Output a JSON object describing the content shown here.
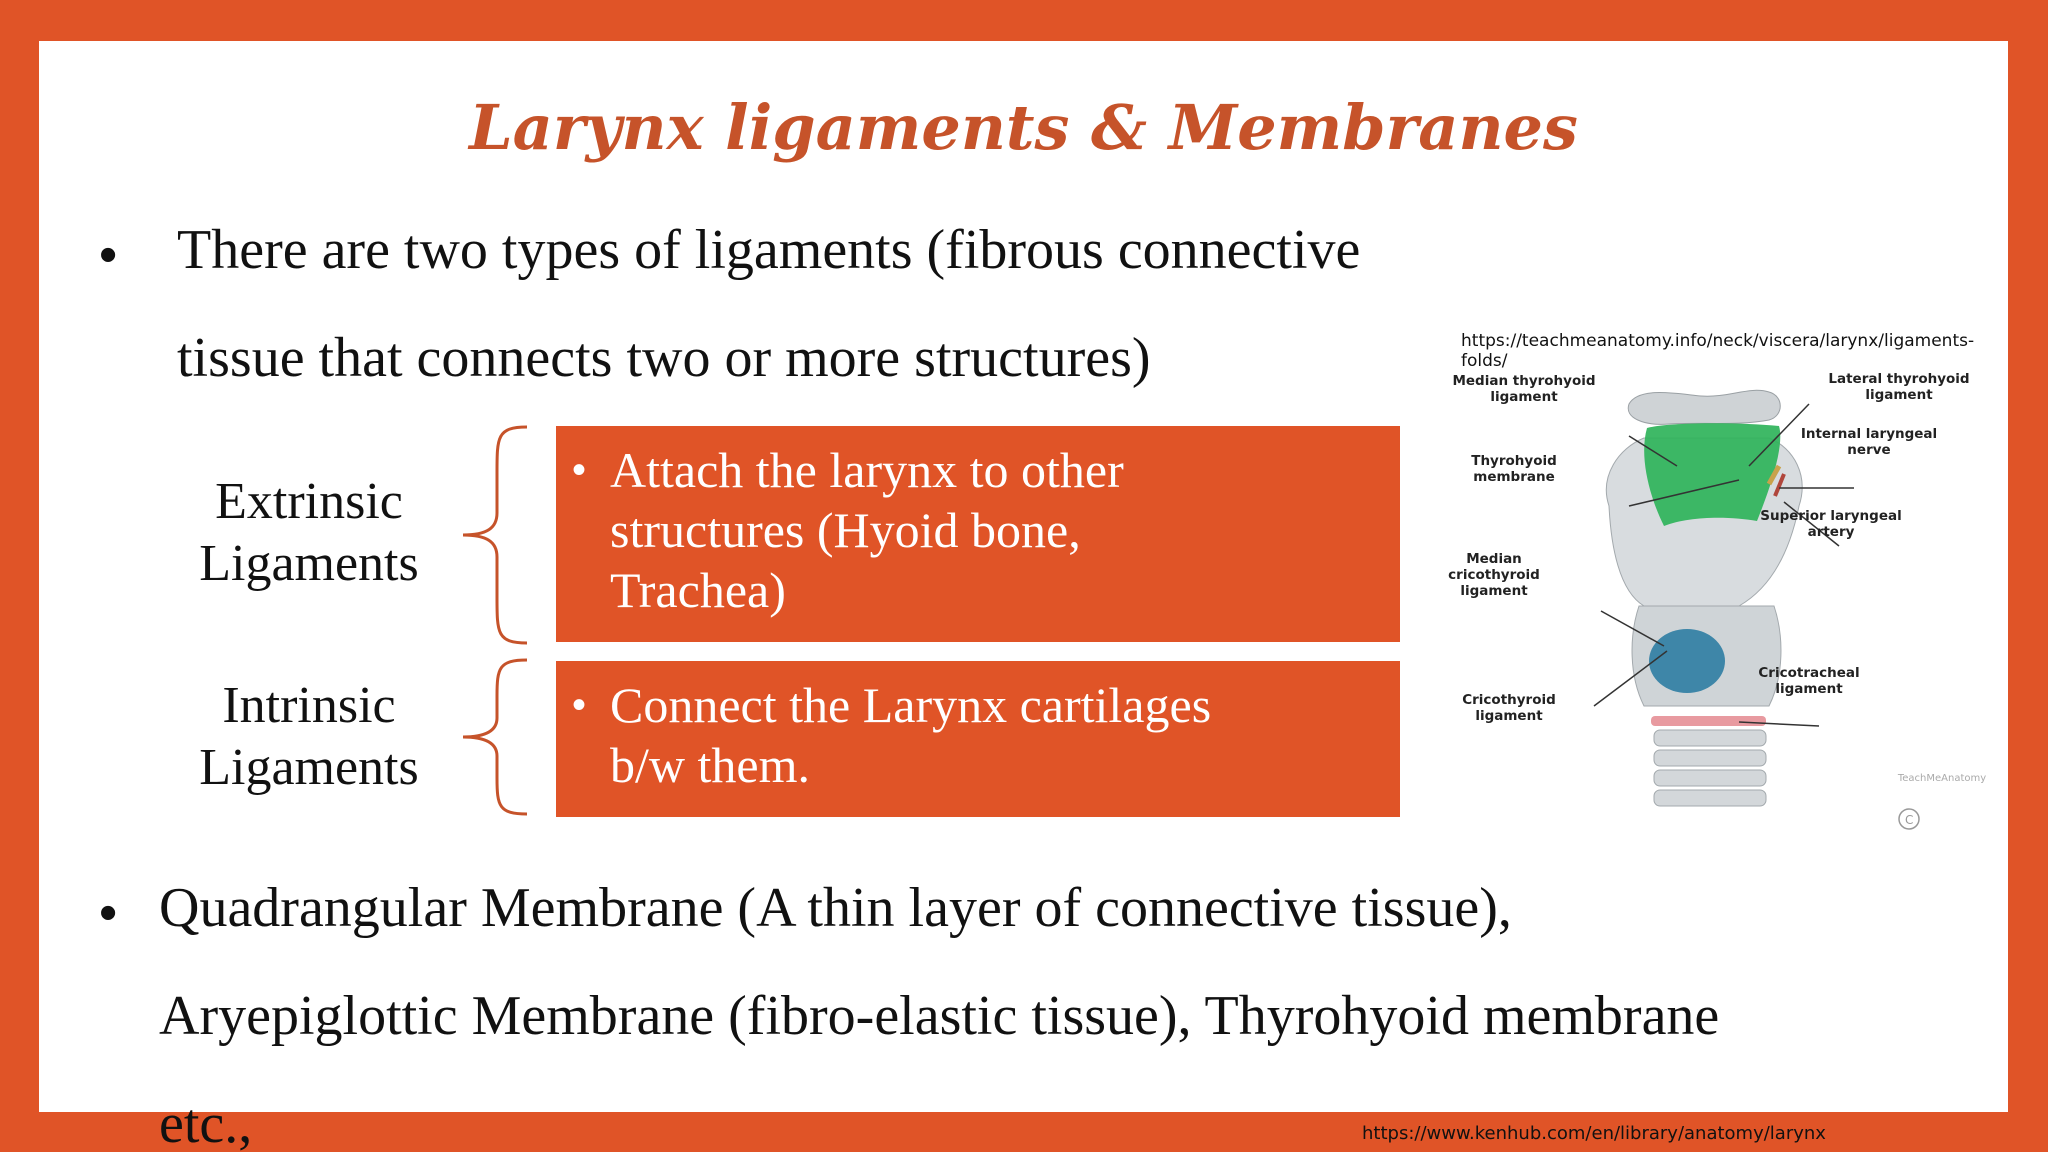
{
  "title": "Larynx ligaments & Membranes",
  "bullet1": {
    "line1": "There are two types of ligaments (fibrous connective",
    "line2": "tissue that connects two or more structures)"
  },
  "extrinsic": {
    "label_line1": "Extrinsic",
    "label_line2": "Ligaments",
    "box_line1": "Attach the larynx to other",
    "box_line2": "structures (Hyoid bone,",
    "box_line3": "Trachea)"
  },
  "intrinsic": {
    "label_line1": "Intrinsic",
    "label_line2": "Ligaments",
    "box_line1": "Connect the Larynx cartilages",
    "box_line2": "b/w them."
  },
  "bullet2": {
    "line1": "Quadrangular Membrane (A thin layer of connective tissue),",
    "line2": "Aryepiglottic Membrane (fibro-elastic tissue), Thyrohyoid membrane",
    "line3": "etc.,"
  },
  "image_credit": "https://teachmeanatomy.info/neck/viscera/larynx/ligaments-folds/",
  "footer_credit": "https://www.kenhub.com/en/library/anatomy/larynx",
  "diagram_labels": {
    "median_thyrohyoid": [
      "Median thyrohyoid",
      "ligament"
    ],
    "lateral_thyrohyoid": [
      "Lateral thyrohyoid",
      "ligament"
    ],
    "internal_laryngeal": [
      "Internal laryngeal",
      "nerve"
    ],
    "thyrohyoid_membrane": [
      "Thyrohyoid",
      "membrane"
    ],
    "superior_laryngeal": [
      "Superior laryngeal",
      "artery"
    ],
    "median_cricothyroid": [
      "Median",
      "cricothyroid",
      "ligament"
    ],
    "cricotracheal": [
      "Cricotracheal",
      "ligament"
    ],
    "cricothyroid": [
      "Cricothyroid",
      "ligament"
    ],
    "watermark": "TeachMeAnatomy"
  },
  "colors": {
    "accent": "#e05427",
    "title": "#c6532a",
    "membrane_green": "#2fb35a",
    "ligament_blue": "#3e86a8",
    "cricotracheal_pink": "#e89aa0"
  }
}
